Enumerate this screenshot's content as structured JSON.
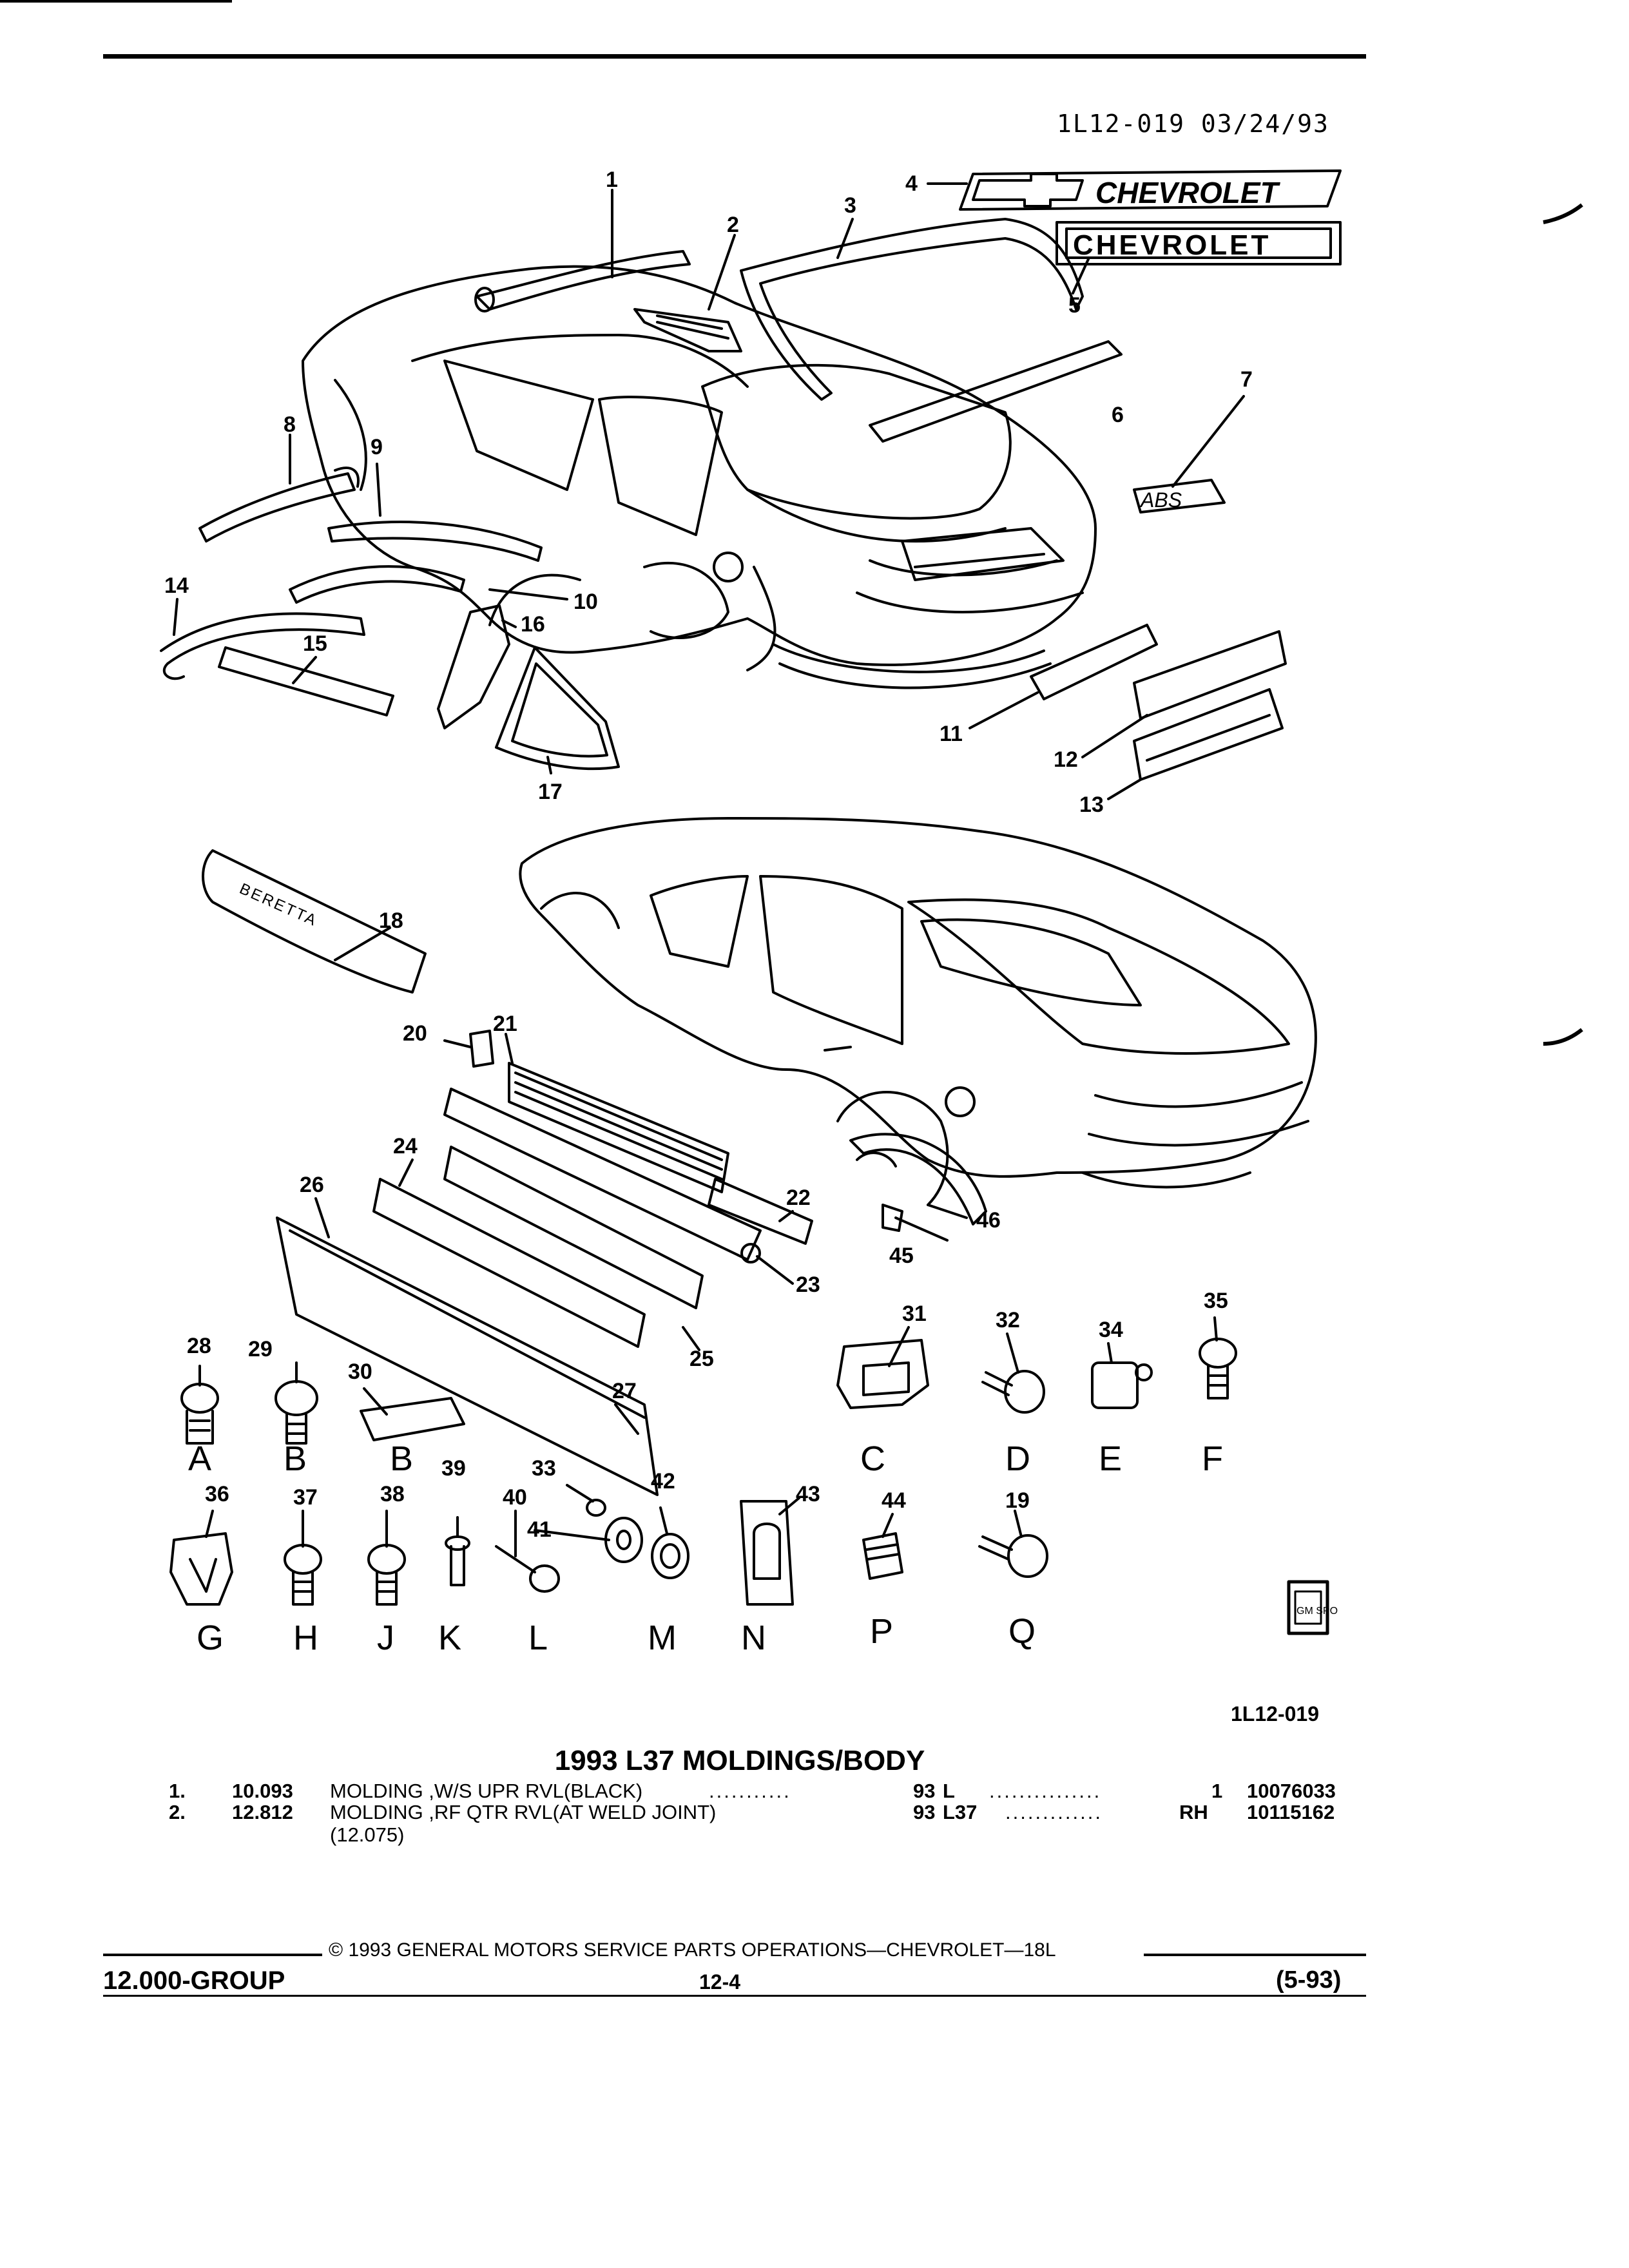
{
  "header": {
    "id_date": "1L12-019  03/24/93"
  },
  "diagram": {
    "emblem_text": "CHEVROLET",
    "nameplate_text": "CHEVROLET",
    "abs_badge": "ABS",
    "beretta_text": "BERETTA",
    "callouts": [
      "1",
      "2",
      "3",
      "4",
      "5",
      "6",
      "7",
      "8",
      "9",
      "10",
      "11",
      "12",
      "13",
      "14",
      "15",
      "16",
      "17",
      "18",
      "19",
      "20",
      "21",
      "22",
      "23",
      "24",
      "25",
      "26",
      "27",
      "28",
      "29",
      "30",
      "31",
      "32",
      "33",
      "34",
      "35",
      "36",
      "37",
      "38",
      "39",
      "40",
      "41",
      "42",
      "43",
      "44",
      "45",
      "46"
    ],
    "fastener_letters": [
      "A",
      "B",
      "B",
      "C",
      "D",
      "E",
      "F",
      "G",
      "H",
      "J",
      "K",
      "L",
      "M",
      "N",
      "P",
      "Q"
    ],
    "gm_logo": "GM SPO",
    "figure_id": "1L12-019"
  },
  "section": {
    "title": "1993 L37 MOLDINGS/BODY"
  },
  "parts": [
    {
      "item": "1.",
      "ref": "10.093",
      "desc": "MOLDING ,W/S UPR RVL(BLACK)",
      "dots": "...........",
      "year": "93",
      "series": "L",
      "dots2": "...............",
      "qty": "1",
      "part_no": "10076033"
    },
    {
      "item": "2.",
      "ref": "12.812",
      "desc": "MOLDING ,RF QTR RVL(AT WELD JOINT)",
      "dots": "",
      "year": "93",
      "series": "L37",
      "dots2": ".............",
      "qty": "RH",
      "part_no": "10115162",
      "note": "(12.075)"
    }
  ],
  "footer": {
    "copyright": "© 1993 GENERAL MOTORS SERVICE PARTS OPERATIONS—CHEVROLET—18L",
    "group": "12.000-GROUP",
    "page": "12-4",
    "date_code": "(5-93)"
  }
}
